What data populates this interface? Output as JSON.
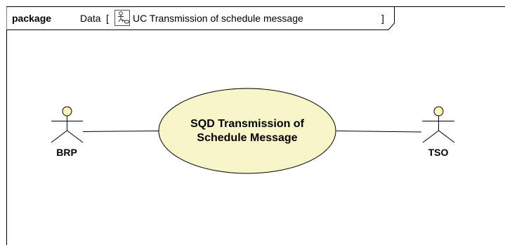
{
  "frame": {
    "keyword": "package",
    "name": "Data",
    "bracket_open": "[",
    "diagram_title": "UC Transmission of schedule message",
    "bracket_close": "]",
    "diagram_icon": "use-case-diagram-icon"
  },
  "use_case": {
    "line1": "SQD Transmission of",
    "line2": "Schedule Message",
    "fill_color": "#f8f6c9",
    "stroke_color": "#000000"
  },
  "actors": [
    {
      "name": "BRP",
      "head_color": "#fdf7b8"
    },
    {
      "name": "TSO",
      "head_color": "#fdf7b8"
    }
  ]
}
